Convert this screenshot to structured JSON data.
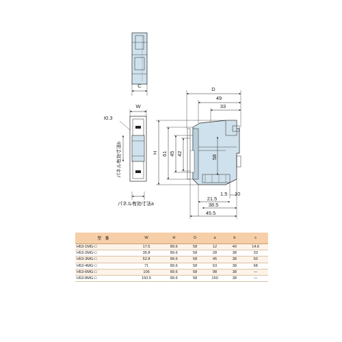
{
  "top_view": {
    "dim_label": "C"
  },
  "front_view": {
    "w_label": "W",
    "plate_label": "t0.3",
    "panel_label_vert": "パネル有効寸法b",
    "panel_label_horiz": "パネル有効寸法a"
  },
  "side_view": {
    "labels": {
      "D": "D",
      "d49": "49",
      "d33": "33",
      "H": "H",
      "d61": "61",
      "d45": "45",
      "d42": "42",
      "d58": "58",
      "d1_5": "1.5",
      "d10": "10",
      "d21_5": "21.5",
      "d38_5": "38.5",
      "d45_5": "45.5"
    }
  },
  "table": {
    "headers": [
      "型　番",
      "W",
      "H",
      "D",
      "a",
      "b",
      "c"
    ],
    "rows": [
      [
        "H53-1MG-□",
        "17.5",
        "89.6",
        "58",
        "12",
        "40",
        "14.6"
      ],
      [
        "H53-2MG-□",
        "35.8",
        "89.6",
        "58",
        "28",
        "38",
        "33"
      ],
      [
        "H53-3MG-□",
        "52.8",
        "89.6",
        "58",
        "45",
        "38",
        "50"
      ],
      [
        "H53-4MG-□",
        "71",
        "89.6",
        "58",
        "63",
        "38",
        "68"
      ],
      [
        "H53-6MG-□",
        "106",
        "89.6",
        "58",
        "98",
        "38",
        "—"
      ],
      [
        "H53-8MG-□",
        "150.5",
        "89.6",
        "58",
        "150",
        "38",
        "—"
      ]
    ]
  },
  "colors": {
    "body_fill": "#cfe1ec",
    "header_fill": "#f6cfa8",
    "row_alt": "#fdf3e8"
  }
}
